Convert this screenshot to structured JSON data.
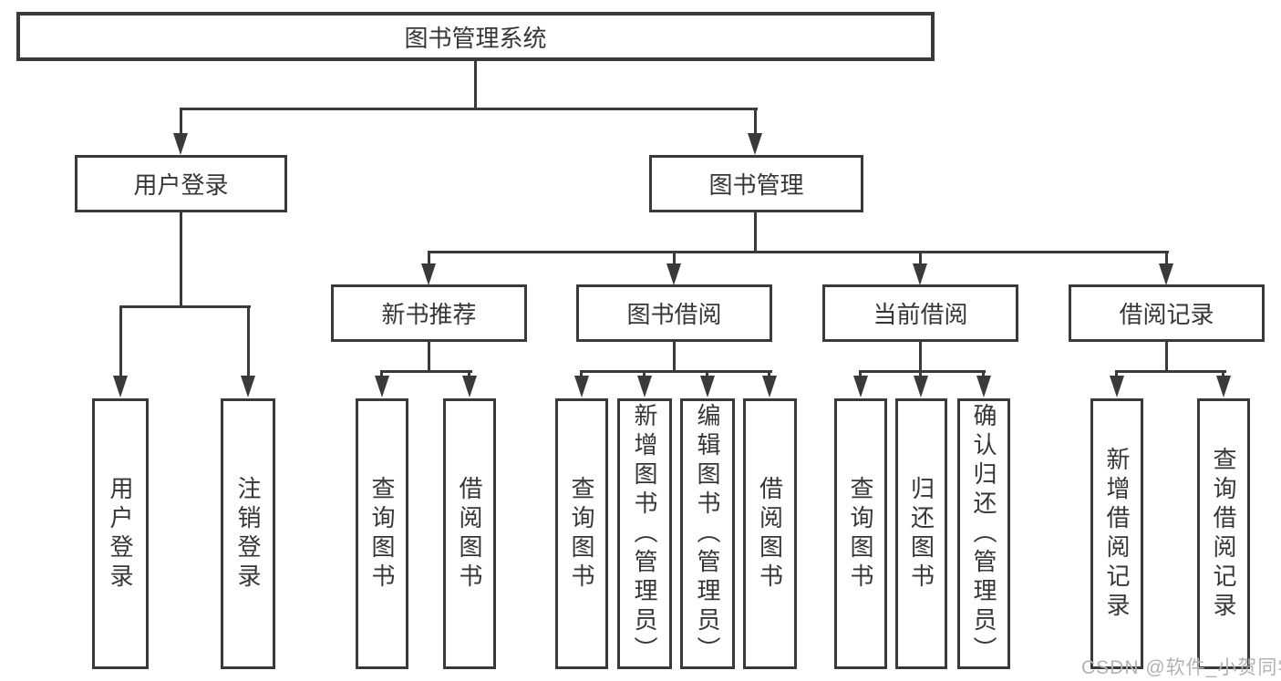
{
  "diagram": {
    "root": {
      "label": "图书管理系统"
    },
    "level2": [
      {
        "label": "用户登录"
      },
      {
        "label": "图书管理"
      }
    ],
    "userLoginChildren": [
      {
        "label": "用户登录"
      },
      {
        "label": "注销登录"
      }
    ],
    "modules": [
      {
        "label": "新书推荐",
        "children": [
          "查询图书",
          "借阅图书"
        ]
      },
      {
        "label": "图书借阅",
        "children": [
          "查询图书",
          "新增图书（管理员）",
          "编辑图书（管理员）",
          "借阅图书"
        ]
      },
      {
        "label": "当前借阅",
        "children": [
          "查询图书",
          "归还图书",
          "确认归还（管理员）"
        ]
      },
      {
        "label": "借阅记录",
        "children": [
          "新增借阅记录",
          "查询借阅记录"
        ]
      }
    ]
  },
  "watermark": {
    "text": "CSDN @软件_小贺同学"
  },
  "colors": {
    "line": "#3a3a3a",
    "text": "#363636",
    "background": "#ffffff",
    "watermark": "#b2b2b2"
  }
}
